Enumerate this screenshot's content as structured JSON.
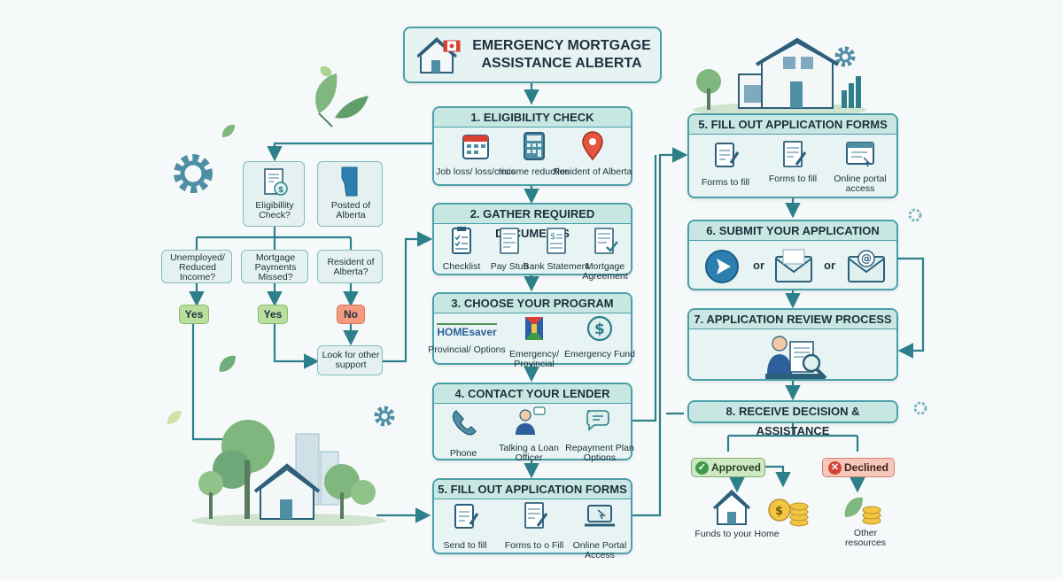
{
  "title": {
    "line1": "EMERGENCY MORTGAGE",
    "line2": "ASSISTANCE ALBERTA"
  },
  "steps": [
    {
      "heading": "1. ELIGIBILITY CHECK",
      "items": [
        {
          "label": "Job loss/ loss/crisis",
          "icon": "calendar-icon"
        },
        {
          "label": "Income reduction",
          "icon": "calculator-icon"
        },
        {
          "label": "Resident of Alberta",
          "icon": "map-pin-icon"
        }
      ]
    },
    {
      "heading": "2. GATHER REQUIRED DOCUMENTS",
      "items": [
        {
          "label": "Checklist",
          "icon": "checklist-icon"
        },
        {
          "label": "Pay Stub",
          "icon": "pay-stub-icon"
        },
        {
          "label": "Bank Statement",
          "icon": "bank-statement-icon"
        },
        {
          "label": "Mortgage Agreement",
          "icon": "mortgage-agreement-icon"
        }
      ]
    },
    {
      "heading": "3. CHOOSE YOUR PROGRAM",
      "items": [
        {
          "label": "Provincial/ Options",
          "logo": "HOMEsaver",
          "icon": "homesaver-logo"
        },
        {
          "label": "Emergency/ Provincial",
          "icon": "provincial-flag-icon"
        },
        {
          "label": "Emergency Fund",
          "icon": "dollar-coin-icon"
        }
      ]
    },
    {
      "heading": "4. CONTACT YOUR LENDER",
      "items": [
        {
          "label": "Phone",
          "icon": "phone-icon"
        },
        {
          "label": "Talking a Loan Officer",
          "icon": "loan-officer-icon"
        },
        {
          "label": "Repayment Plan Options",
          "icon": "chat-bubbles-icon"
        }
      ]
    },
    {
      "heading": "5. FILL OUT APPLICATION FORMS",
      "items": [
        {
          "label": "Send to fill",
          "icon": "clipboard-pen-icon"
        },
        {
          "label": "Forms to o Fill",
          "icon": "form-pen-icon"
        },
        {
          "label": "Online Portal Access",
          "icon": "laptop-icon"
        }
      ]
    }
  ],
  "right_steps": [
    {
      "heading": "5. FILL OUT APPLICATION FORMS",
      "items": [
        {
          "label": "Forms to fill",
          "icon": "clipboard-pen-icon"
        },
        {
          "label": "Forms to fill",
          "icon": "form-pen-icon"
        },
        {
          "label": "Online portal access",
          "icon": "browser-window-icon"
        }
      ]
    },
    {
      "heading": "6. SUBMIT YOUR APPLICATION",
      "items": [
        {
          "label": "",
          "icon": "send-arrow-icon"
        },
        {
          "label": "",
          "icon": "mail-envelope-icon"
        },
        {
          "label": "",
          "icon": "email-at-icon"
        }
      ],
      "or_label": "or"
    },
    {
      "heading": "7. APPLICATION REVIEW PROCESS",
      "items": [
        {
          "label": "",
          "icon": "reviewer-magnifier-icon"
        }
      ]
    },
    {
      "heading": "8. RECEIVE DECISION & ASSISTANCE",
      "outcomes": [
        {
          "tag": "Approved",
          "label": "Funds to your Home",
          "color": "#cfe8c4"
        },
        {
          "tag": "Declined",
          "label": "Other resources",
          "color": "#f6c8bb"
        }
      ]
    }
  ],
  "left_flow": {
    "top_boxes": [
      {
        "label": "Eligibillity Check?"
      },
      {
        "label": "Posted of Alberta"
      }
    ],
    "questions": [
      {
        "label": "Unemployed/ Reduced Income?"
      },
      {
        "label": "Mortgage Payments Missed?"
      },
      {
        "label": "Resident of Alberta?"
      }
    ],
    "answers": [
      {
        "label": "Yes",
        "color": "#b9df9e"
      },
      {
        "label": "Yes",
        "color": "#b9df9e"
      },
      {
        "label": "No",
        "color": "#f39a80"
      }
    ],
    "support_box": "Look for other support"
  },
  "colors": {
    "accent": "#4aa0a8",
    "panel_bg": "#e8f4f3",
    "header_bg": "#c9e7e2",
    "approved": "#cfe8c4",
    "declined": "#f6c8bb"
  }
}
